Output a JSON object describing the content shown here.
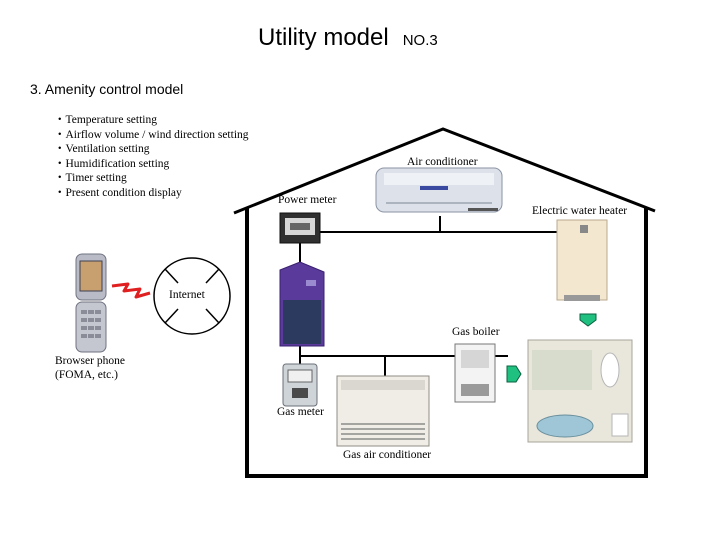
{
  "title": "Utility model",
  "title_no": "NO.3",
  "section_heading": "3. Amenity control model",
  "features": [
    "・Temperature setting",
    "・Airflow volume / wind direction  setting",
    "・Ventilation setting",
    "・Humidification setting",
    "・Timer setting",
    "・Present condition display"
  ],
  "labels": {
    "air_conditioner": "Air conditioner",
    "power_meter": "Power meter",
    "electric_water_heater": "Electric water heater",
    "internet": "Internet",
    "gas_boiler": "Gas boiler",
    "browser_phone_line1": "Browser phone",
    "browser_phone_line2": "(FOMA, etc.)",
    "gas_meter": "Gas meter",
    "gas_air_conditioner": "Gas air conditioner"
  },
  "colors": {
    "signal": "#e02020",
    "arrow": "#20c080",
    "controller": "#5a3a9a",
    "line": "#000000"
  }
}
